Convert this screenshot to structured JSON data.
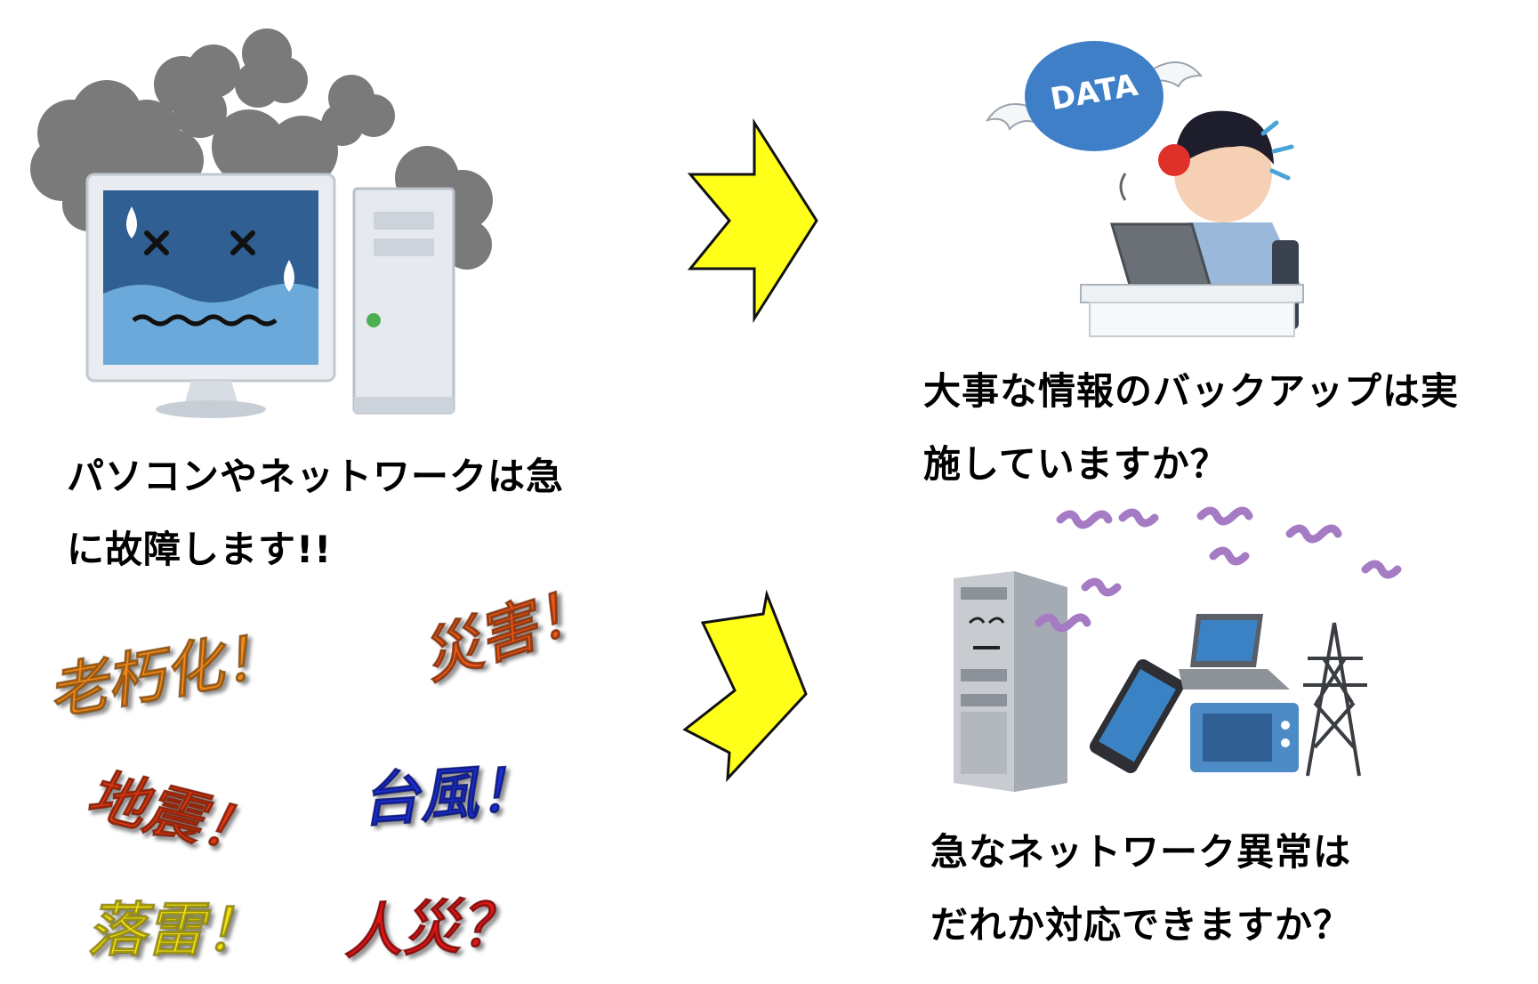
{
  "left_caption": {
    "line1": "パソコンやネットワークは急",
    "line2": "に故障します!!"
  },
  "backup_caption": {
    "line1": "大事な情報のバックアップは実",
    "line2": "施していますか？"
  },
  "network_caption": {
    "line1": "急なネットワーク異常は",
    "line2": "だれか対応できますか？"
  },
  "data_badge": "DATA",
  "causes": [
    {
      "text": "老朽化！",
      "color": "#f08a1c"
    },
    {
      "text": "災害！",
      "color": "#e8581a"
    },
    {
      "text": "地震！",
      "color": "#e23a12"
    },
    {
      "text": "台風！",
      "color": "#1c2fd6"
    },
    {
      "text": "落雷！",
      "color": "#f2e21a"
    },
    {
      "text": "人災？",
      "color": "#e01818"
    }
  ],
  "colors": {
    "arrow_fill": "#ffff1a",
    "smoke": "#777777",
    "screen": "#4d7fb8",
    "wave": "#a57bc4"
  }
}
